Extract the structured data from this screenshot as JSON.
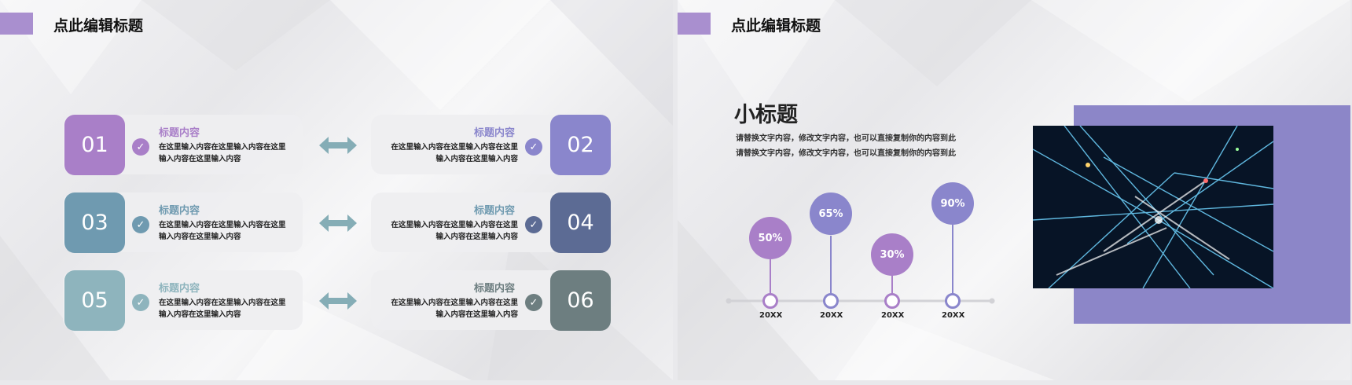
{
  "colors": {
    "purple": "#a97fc8",
    "violet": "#8a86cc",
    "steel": "#6f9ab0",
    "navy": "#5c6b94",
    "teal": "#8eb4bd",
    "slate": "#6d7e80",
    "arrow": "#85adb6"
  },
  "slide1": {
    "title": "点此编辑标题",
    "items": [
      {
        "num": "01",
        "heading": "标题内容",
        "body": "在这里输入内容在这里输入内容在这里输入内容在这里输入内容"
      },
      {
        "num": "02",
        "heading": "标题内容",
        "body": "在这里输入内容在这里输入内容在这里输入内容在这里输入内容"
      },
      {
        "num": "03",
        "heading": "标题内容",
        "body": "在这里输入内容在这里输入内容在这里输入内容在这里输入内容"
      },
      {
        "num": "04",
        "heading": "标题内容",
        "body": "在这里输入内容在这里输入内容在这里输入内容在这里输入内容"
      },
      {
        "num": "05",
        "heading": "标题内容",
        "body": "在这里输入内容在这里输入内容在这里输入内容在这里输入内容"
      },
      {
        "num": "06",
        "heading": "标题内容",
        "body": "在这里输入内容在这里输入内容在这里输入内容在这里输入内容"
      }
    ]
  },
  "slide2": {
    "title": "点此编辑标题",
    "subtitle": "小标题",
    "paragraph": "请替换文字内容，修改文字内容，也可以直接复制你的内容到此请替换文字内容，修改文字内容，也可以直接复制你的内容到此",
    "milestones": [
      {
        "value": "50%",
        "year": "20XX"
      },
      {
        "value": "65%",
        "year": "20XX"
      },
      {
        "value": "30%",
        "year": "20XX"
      },
      {
        "value": "90%",
        "year": "20XX"
      }
    ]
  }
}
